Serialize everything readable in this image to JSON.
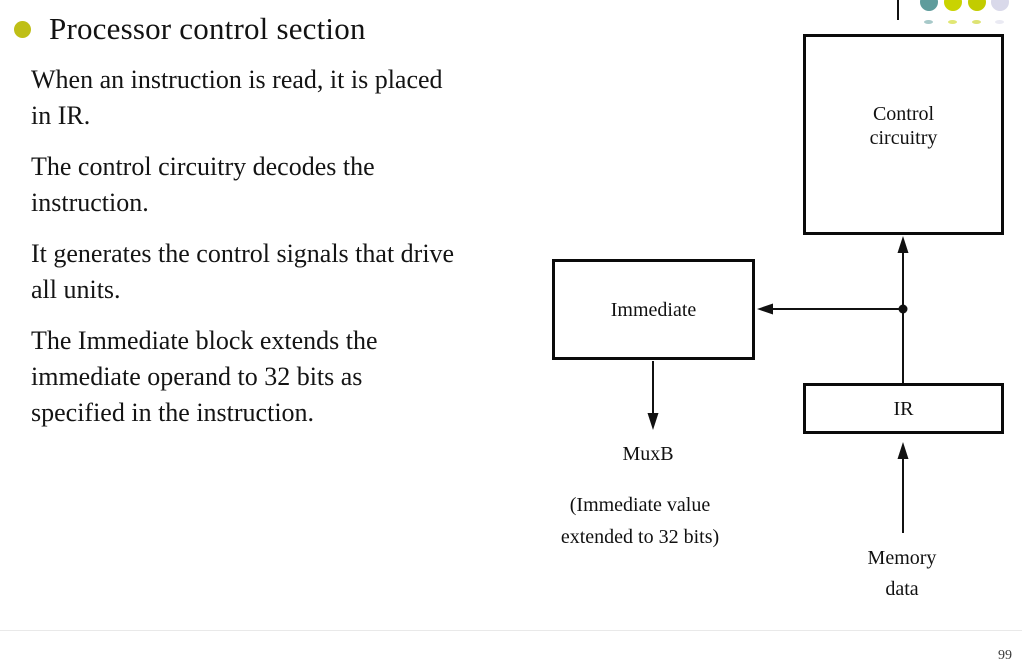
{
  "slide": {
    "title": "Processor control section",
    "bullet_color": "#bfbf17",
    "page_number": "99",
    "paragraphs": [
      {
        "lines": [
          "When an instruction is read, it is placed",
          "in IR."
        ]
      },
      {
        "lines": [
          "The control circuitry decodes the",
          "instruction."
        ]
      },
      {
        "lines": [
          "It generates the control signals that drive",
          "all units."
        ]
      },
      {
        "lines": [
          "The Immediate block extends the",
          "immediate operand to 32 bits as",
          "specified in the instruction."
        ]
      }
    ]
  },
  "decoration": {
    "dot_colors": [
      "#5e9c9c",
      "#c9d301",
      "#c2cc00",
      "#d9d9ea"
    ]
  },
  "diagram": {
    "control_box": {
      "line1": "Control",
      "line2": "circuitry"
    },
    "immediate_box": {
      "label": "Immediate"
    },
    "ir_box": {
      "label": "IR"
    },
    "muxb_label": "MuxB",
    "note_line1": "(Immediate value",
    "note_line2": "extended to 32 bits)",
    "memory_line1": "Memory",
    "memory_line2": "data"
  }
}
